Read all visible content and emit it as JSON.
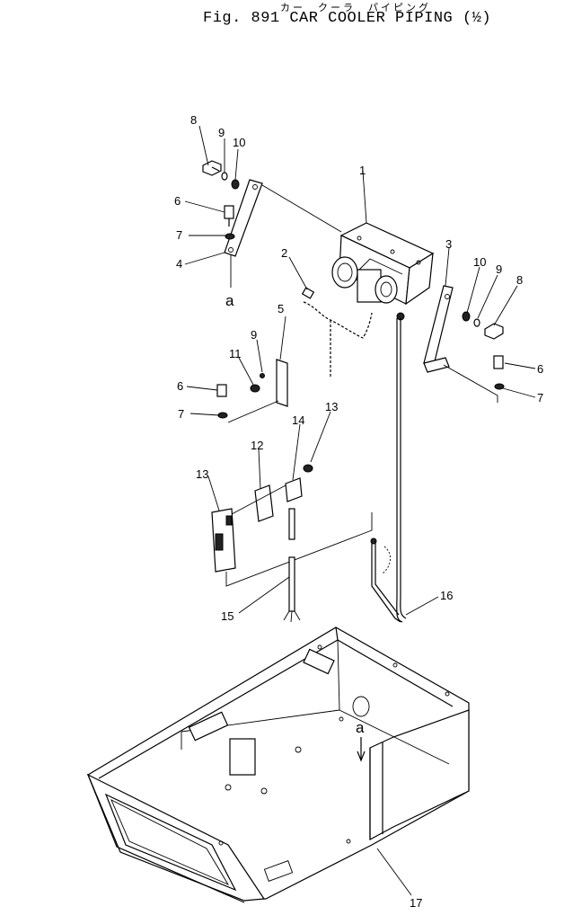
{
  "header": {
    "kana_title": "カー　クーラ　パイピング",
    "figure_title": "Fig. 891  CAR COOLER PIPING (½)"
  },
  "callouts": [
    "1",
    "2",
    "3",
    "4",
    "5",
    "6",
    "6",
    "6",
    "7",
    "7",
    "7",
    "8",
    "8",
    "9",
    "9",
    "9",
    "10",
    "10",
    "11",
    "12",
    "13",
    "13",
    "14",
    "15",
    "16",
    "17"
  ],
  "reference_marks": [
    "a",
    "a"
  ]
}
